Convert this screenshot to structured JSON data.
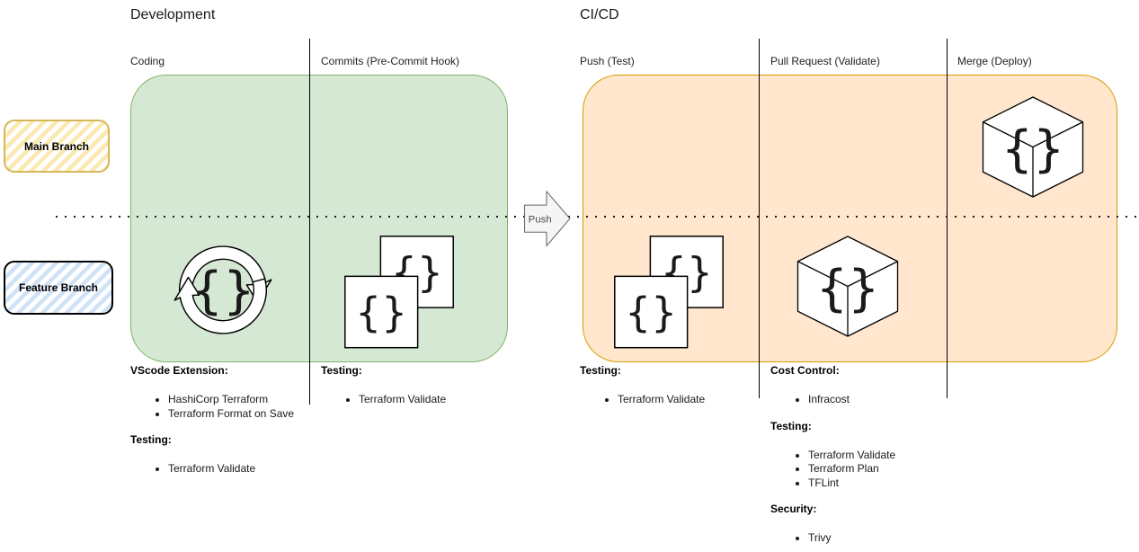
{
  "diagram": {
    "groups": {
      "development": {
        "title": "Development"
      },
      "cicd": {
        "title": "CI/CD"
      }
    },
    "branches": {
      "main": {
        "label": "Main Branch"
      },
      "feature": {
        "label": "Feature Branch"
      }
    },
    "arrow": {
      "label": "Push"
    },
    "icons": {
      "braces": "{}",
      "cycle": "code-refresh-cycle",
      "files": "code-files-stack",
      "cube": "code-module-cube"
    },
    "phases": [
      {
        "label": "Coding",
        "sections": [
          {
            "heading": "VScode Extension:",
            "items": [
              "HashiCorp Terraform",
              "Terraform Format on Save"
            ]
          },
          {
            "heading": "Testing:",
            "items": [
              "Terraform Validate"
            ]
          }
        ]
      },
      {
        "label": "Commits (Pre-Commit Hook)",
        "sections": [
          {
            "heading": "Testing:",
            "items": [
              "Terraform Validate"
            ]
          }
        ]
      },
      {
        "label": "Push (Test)",
        "sections": [
          {
            "heading": "Testing:",
            "items": [
              "Terraform Validate"
            ]
          }
        ]
      },
      {
        "label": "Pull Request (Validate)",
        "sections": [
          {
            "heading": "Cost Control:",
            "items": [
              "Infracost"
            ]
          },
          {
            "heading": "Testing:",
            "items": [
              "Terraform Validate",
              "Terraform Plan",
              "TFLint"
            ]
          },
          {
            "heading": "Security:",
            "items": [
              "Trivy"
            ]
          }
        ]
      },
      {
        "label": "Merge (Deploy)",
        "sections": []
      }
    ],
    "colors": {
      "development_fill": "#d5e8d4",
      "development_stroke": "#82b366",
      "cicd_fill": "#ffe6cc",
      "cicd_stroke": "#d79b00",
      "main_branch_fill": "#fff2cc",
      "main_branch_stroke": "#d6b656",
      "feature_branch_fill": "#dae8fc",
      "feature_branch_stroke": "#000000",
      "arrow_fill": "#f5f5f5",
      "arrow_stroke": "#666666"
    }
  }
}
